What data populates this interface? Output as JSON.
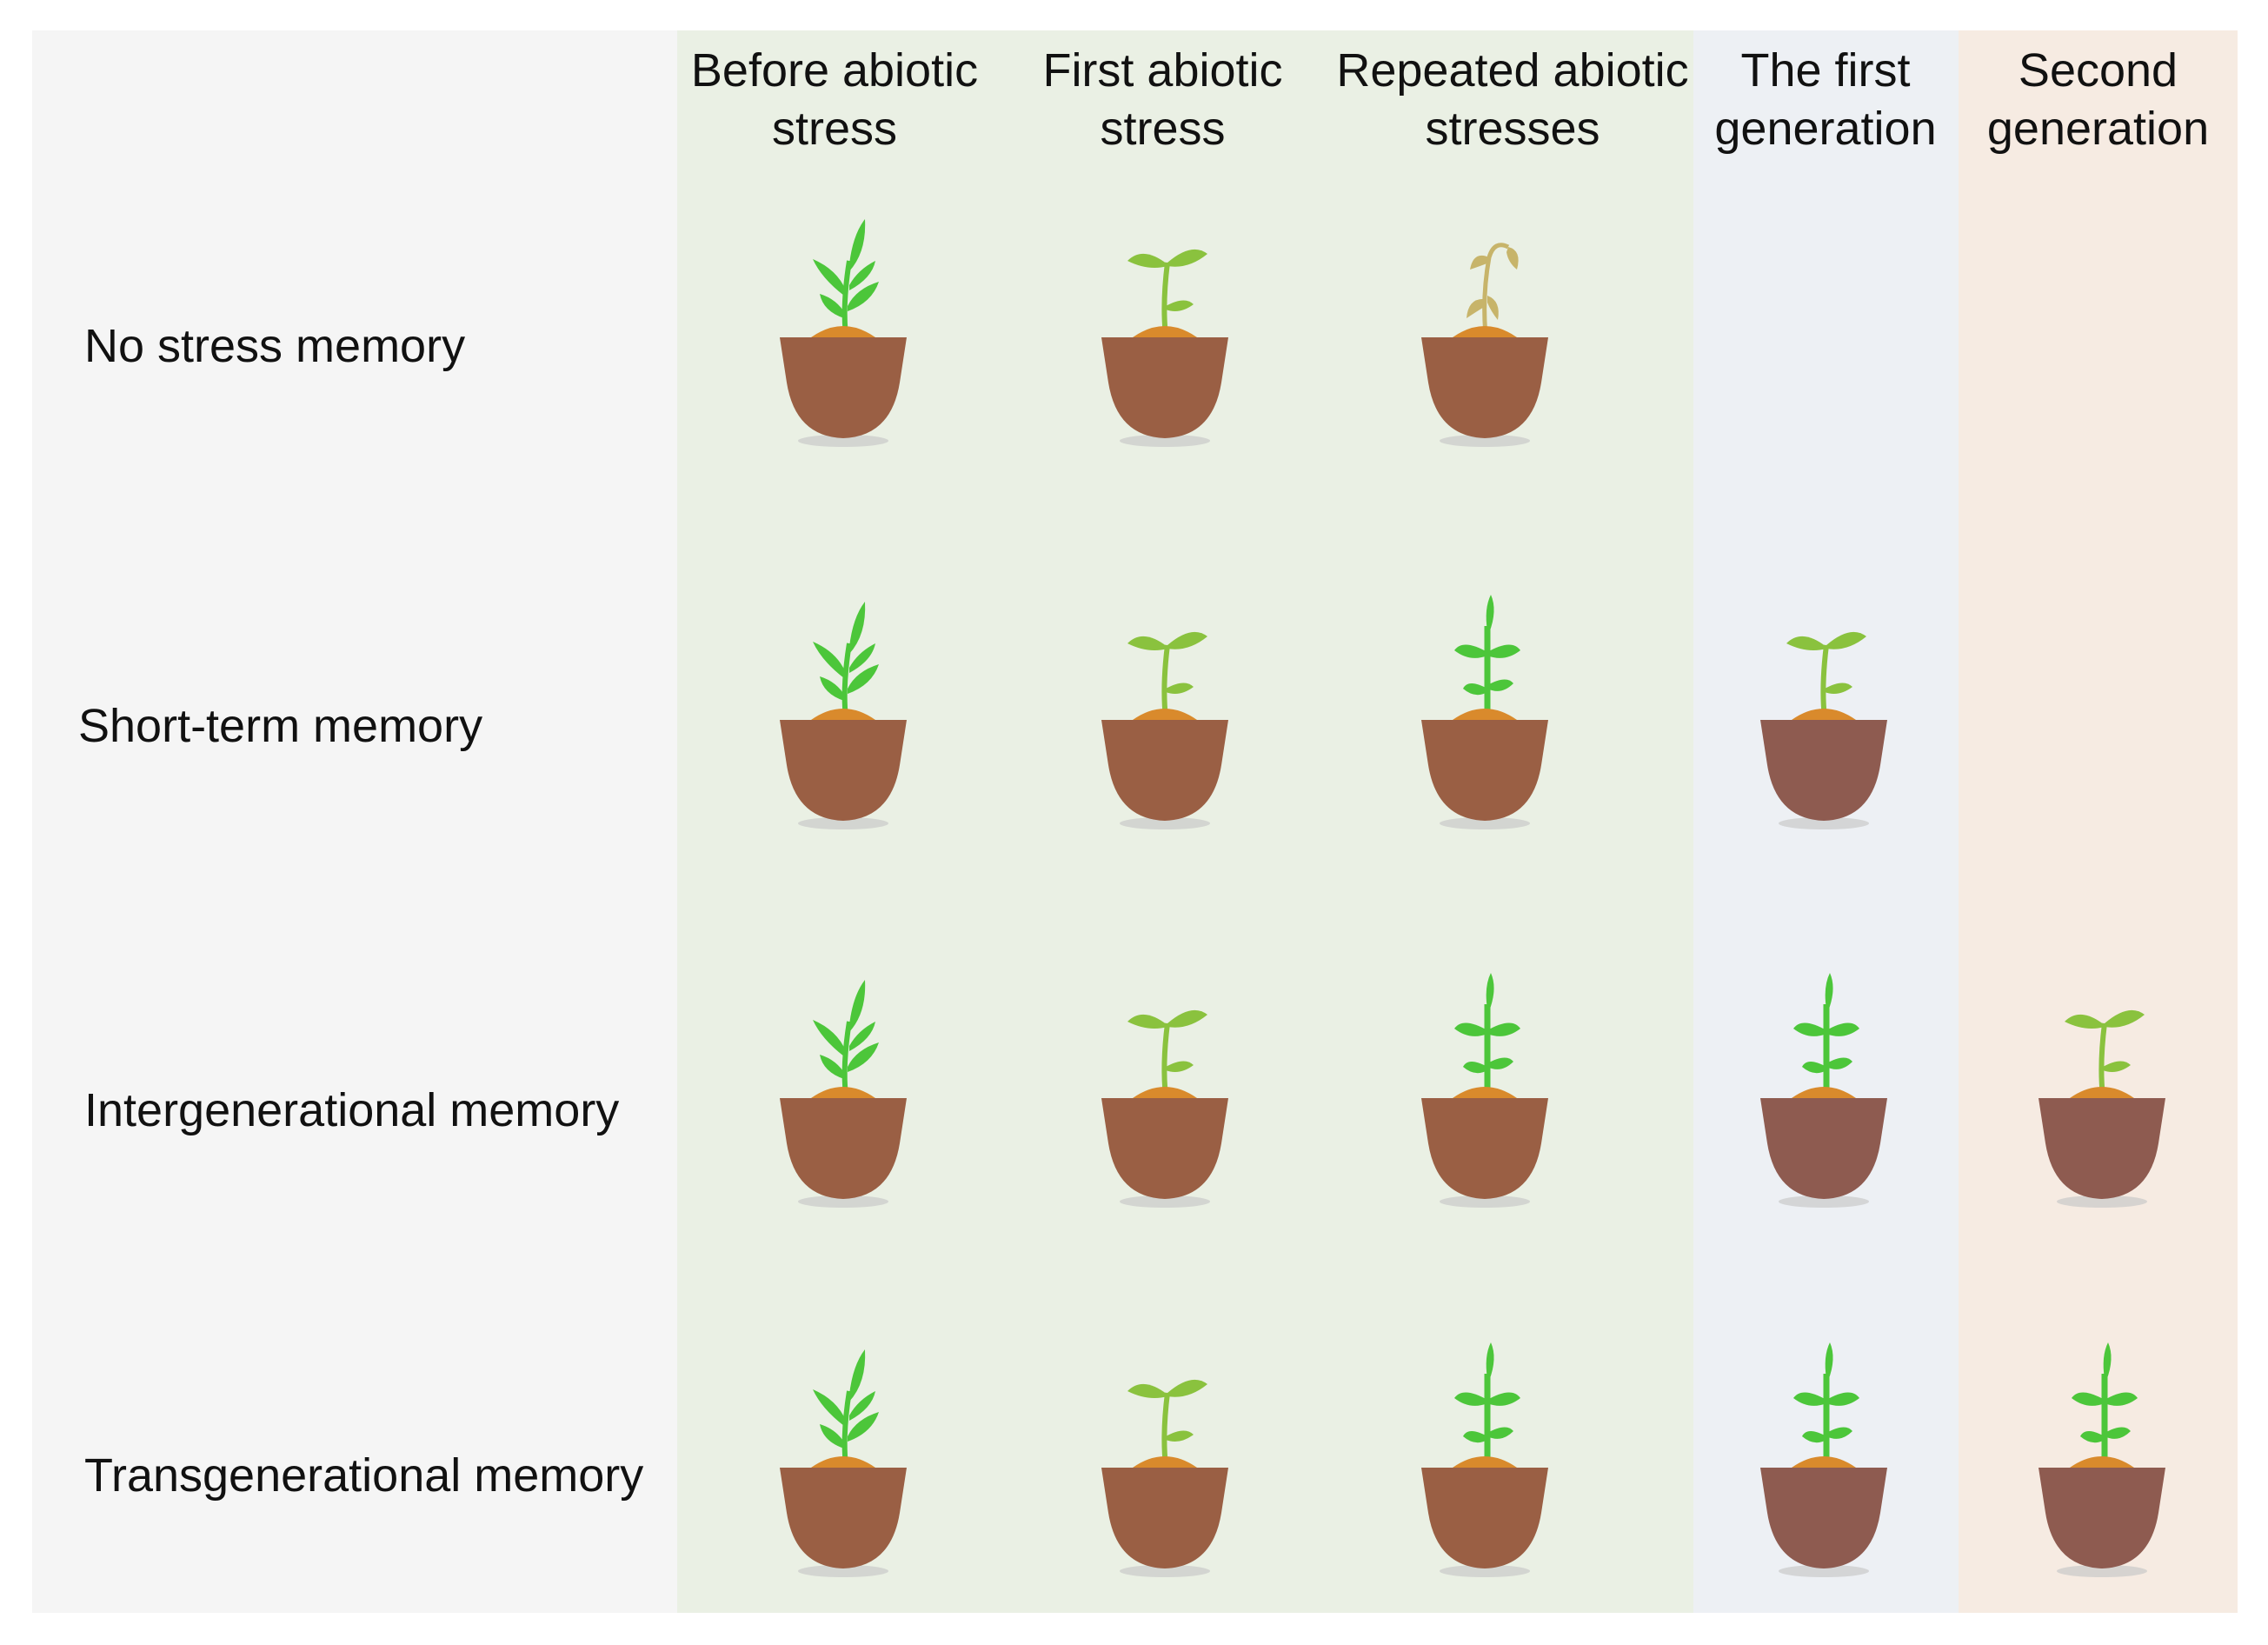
{
  "columns": [
    {
      "id": "before",
      "label": "Before abiotic\nstress"
    },
    {
      "id": "first",
      "label": "First  abiotic\nstress"
    },
    {
      "id": "repeated",
      "label": "Repeated abiotic\nstresses"
    },
    {
      "id": "gen1",
      "label": "The first\ngeneration"
    },
    {
      "id": "gen2",
      "label": "Second\ngeneration"
    }
  ],
  "rows": [
    {
      "id": "none",
      "label": "No stress memory",
      "plants": [
        "healthy-leafy",
        "sprout-mild",
        "wilted",
        "",
        ""
      ]
    },
    {
      "id": "short",
      "label": "Short-term memory",
      "plants": [
        "healthy-leafy",
        "sprout-mild",
        "healthy-bright",
        "sprout-mild",
        ""
      ]
    },
    {
      "id": "inter",
      "label": "Intergenerational memory",
      "plants": [
        "healthy-leafy",
        "sprout-mild",
        "healthy-bright",
        "healthy-bright",
        "sprout-mild"
      ]
    },
    {
      "id": "trans",
      "label": "Transgenerational memory",
      "plants": [
        "healthy-leafy",
        "sprout-mild",
        "healthy-bright",
        "healthy-bright",
        "healthy-bright"
      ]
    }
  ],
  "colors": {
    "label_panel": "#f5f5f5",
    "stress_panel": "#eaf0e4",
    "first_generation_panel": "#edf0f4",
    "second_generation_panel": "#f6ebe2",
    "pot": "#9a5f44",
    "pot_generation": "#8e5b50",
    "soil": "#d98a2c",
    "leaf_bright": "#4cc63a",
    "leaf_mild": "#8ac23e",
    "wilted": "#c7b46a"
  }
}
